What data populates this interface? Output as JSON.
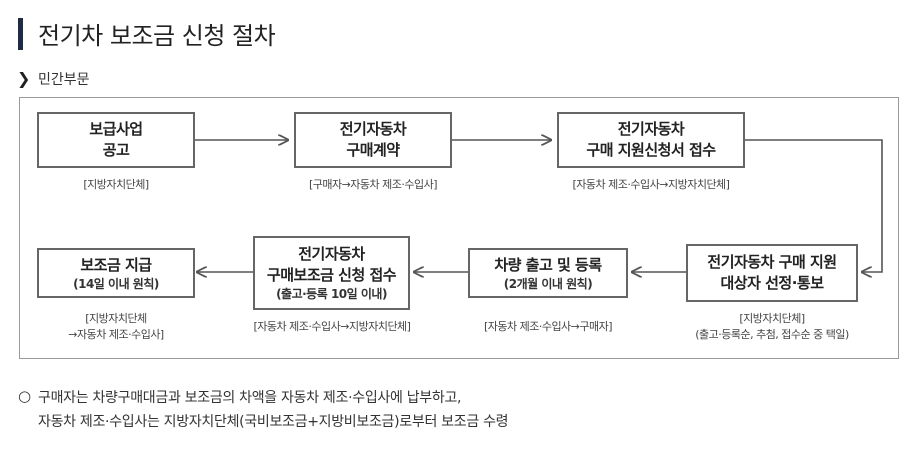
{
  "title": "전기차 보조금 신청 절차",
  "section": {
    "icon": "chevron-right-icon",
    "label": "민간부문"
  },
  "steps": [
    {
      "id": "s1",
      "lines": [
        "보급사업",
        "공고"
      ],
      "caption": [
        "[지방자치단체]"
      ]
    },
    {
      "id": "s2",
      "lines": [
        "전기자동차",
        "구매계약"
      ],
      "caption": [
        "[구매자→자동차 제조·수입사]"
      ]
    },
    {
      "id": "s3",
      "lines": [
        "전기자동차",
        "구매 지원신청서 접수"
      ],
      "caption": [
        "[자동차 제조·수입사→지방자치단체]"
      ]
    },
    {
      "id": "s4",
      "lines": [
        "전기자동차 구매 지원",
        "대상자 선정·통보"
      ],
      "caption": [
        "[지방자치단체]",
        "(출고·등록순, 추첨, 접수순 중 택일)"
      ]
    },
    {
      "id": "s5",
      "lines": [
        "차량 출고 및 등록",
        "(2개월 이내 원칙)"
      ],
      "caption": [
        "[자동차 제조·수입사→구매자]"
      ]
    },
    {
      "id": "s6",
      "lines": [
        "전기자동차",
        "구매보조금 신청 접수",
        "(출고·등록 10일 이내)"
      ],
      "caption": [
        "[자동차 제조·수입사→지방자치단체]"
      ]
    },
    {
      "id": "s7",
      "lines": [
        "보조금 지급",
        "(14일 이내 원칙)"
      ],
      "caption": [
        "[지방자치단체",
        "→자동차 제조·수입사]"
      ]
    }
  ],
  "notes": [
    "구매자는 차량구매대금과 보조금의 차액을 자동차 제조·수입사에 납부하고,",
    "자동차 제조·수입사는 지방자치단체(국비보조금+지방비보조금)로부터 보조금 수령"
  ],
  "colors": {
    "title_bar": "#1f2a44",
    "box_border": "#666666",
    "arrow": "#555555",
    "frame": "#9a9a9a"
  }
}
